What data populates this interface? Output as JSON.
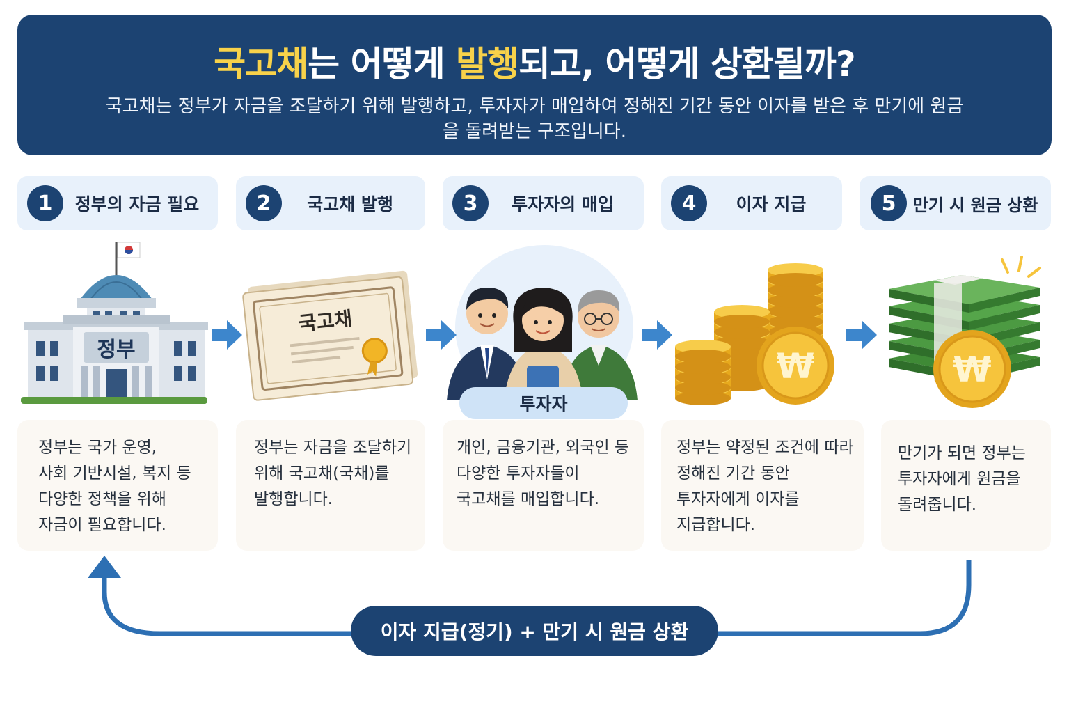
{
  "header": {
    "title_parts": [
      "국고채",
      "는 어떻게 ",
      "발행",
      "되고, 어떻게 상환될까?"
    ],
    "subtitle": "국고채는 정부가 자금을 조달하기 위해 발행하고, 투자자가 매입하여 정해진 기간 동안 이자를 받은 후 만기에 원금을 돌려받는 구조입니다."
  },
  "steps": [
    {
      "num": "1",
      "title": "정부의 자금 필요",
      "desc": [
        "정부는 국가 운영,",
        "사회 기반시설, 복지 등",
        "다양한 정책을 위해",
        "자금이 필요합니다."
      ],
      "illus_label": "정부"
    },
    {
      "num": "2",
      "title": "국고채 발행",
      "desc": [
        "정부는 자금을 조달하기",
        "위해 국고채(국채)를",
        "발행합니다."
      ],
      "illus_label": "국고채"
    },
    {
      "num": "3",
      "title": "투자자의 매입",
      "desc": [
        "개인, 금융기관, 외국인 등",
        "다양한 투자자들이",
        "국고채를 매입합니다."
      ],
      "illus_label": "투자자"
    },
    {
      "num": "4",
      "title": "이자 지급",
      "desc": [
        "정부는 약정된 조건에 따라",
        "정해진 기간 동안",
        "투자자에게 이자를",
        "지급합니다."
      ],
      "illus_label": "₩"
    },
    {
      "num": "5",
      "title": "만기 시 원금 상환",
      "desc": [
        "만기가 되면 정부는",
        "투자자에게 원금을",
        "돌려줍니다."
      ],
      "illus_label": "₩"
    }
  ],
  "flow": {
    "label": "이자 지급(정기) + 만기 시 원금 상환"
  },
  "colors": {
    "navy": "#1c4372",
    "highlight": "#f8d24a",
    "arrow": "#3d86cc",
    "step_bg": "#e8f1fb",
    "desc_bg": "#fbf8f3",
    "coin": "#f1b824"
  }
}
